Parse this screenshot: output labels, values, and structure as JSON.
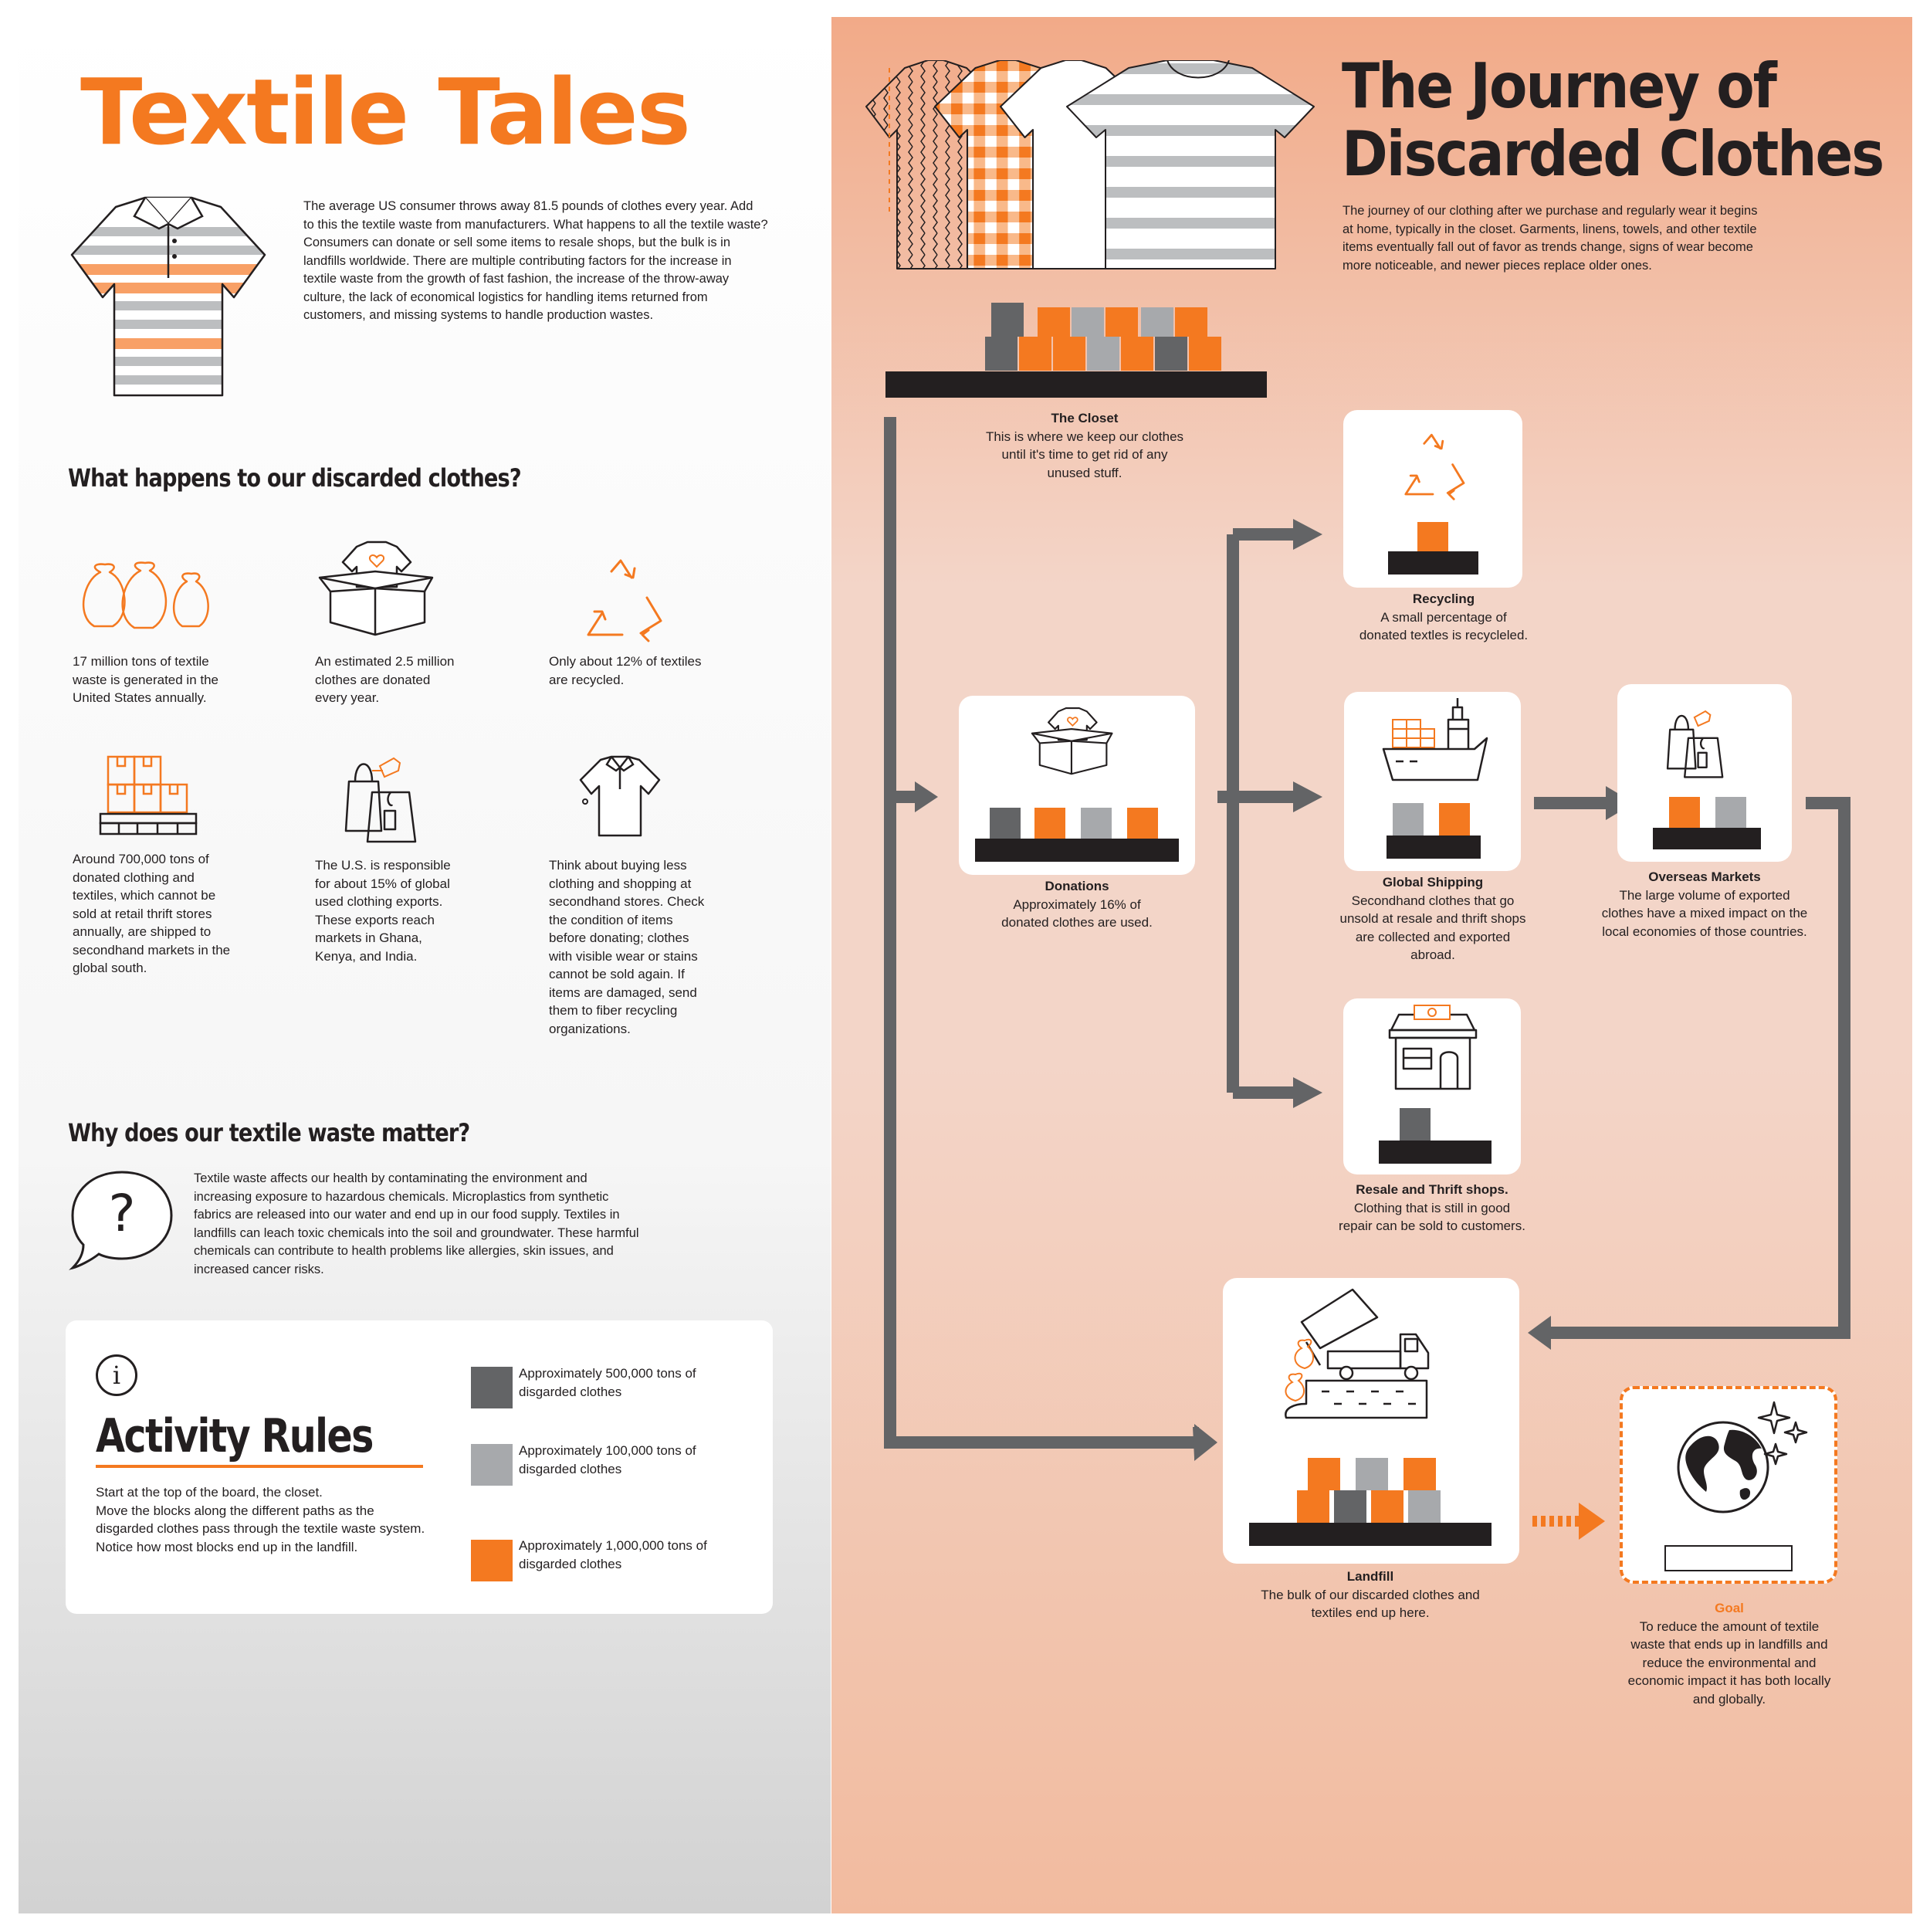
{
  "colors": {
    "orange": "#f47920",
    "dark_gray": "#636466",
    "light_gray": "#a7a9ac",
    "black": "#231f20",
    "peach": "#f2aa88"
  },
  "left": {
    "title": "Textile Tales",
    "intro": [
      "The average US consumer throws away 81.5 pounds of clothes every year. Add",
      "to this the textile waste from manufacturers. What happens to all the textile waste?",
      "Consumers can donate or sell some items to resale shops, but the bulk is in",
      "landfills worldwide. There are multiple contributing factors for the increase in",
      "textile waste from the growth of fast fashion, the increase of the throw-away",
      "culture, the lack of economical logistics for handling items returned from",
      "customers, and missing systems to handle production wastes."
    ],
    "section1_heading": "What happens to our discarded clothes?",
    "facts": [
      {
        "icon": "bags-icon",
        "lines": [
          "17 million tons of textile",
          "waste is generated in the",
          "United States annually."
        ]
      },
      {
        "icon": "donation-box-icon",
        "lines": [
          "An estimated 2.5 million",
          "clothes are donated",
          "every year."
        ]
      },
      {
        "icon": "recycle-icon",
        "lines": [
          "Only about 12% of textiles",
          "are recycled."
        ]
      },
      {
        "icon": "pallet-boxes-icon",
        "lines": [
          "Around 700,000 tons of",
          "donated clothing and",
          "textiles, which cannot be",
          "sold at retail thrift stores",
          "annually, are shipped to",
          "secondhand markets in the",
          "global south."
        ]
      },
      {
        "icon": "shopping-bag-icon",
        "lines": [
          "The U.S. is responsible",
          "for about 15% of global",
          "used clothing exports.",
          "These exports reach",
          "markets in Ghana,",
          "Kenya, and India."
        ]
      },
      {
        "icon": "polo-shirt-icon",
        "lines": [
          "Think about buying less",
          "clothing and shopping at",
          "secondhand stores. Check",
          "the condition of items",
          "before donating; clothes",
          "with visible wear or stains",
          "cannot be sold again. If",
          "items are damaged, send",
          "them to fiber recycling",
          "organizations."
        ]
      }
    ],
    "section2_heading": "Why does our textile waste matter?",
    "matter_text": [
      "Textile waste affects our health by contaminating the environment and",
      "increasing exposure to hazardous chemicals. Microplastics from synthetic",
      "fabrics are released into our water and end up in our food supply. Textiles in",
      "landfills can leach toxic chemicals into the soil and groundwater. These harmful",
      "chemicals can contribute to health problems like allergies, skin issues, and",
      "increased cancer risks."
    ],
    "rules": {
      "info_glyph": "i",
      "title": "Activity Rules",
      "text": [
        "Start at the top of the board, the closet.",
        "Move the blocks along the different paths as the",
        "disgarded clothes pass through the textile waste system.",
        "Notice how most blocks end up in the landfill."
      ],
      "legend": [
        {
          "color": "#636466",
          "lines": [
            "Approximately 500,000 tons of",
            "disgarded clothes"
          ]
        },
        {
          "color": "#a7a9ac",
          "lines": [
            "Approximately 100,000 tons of",
            "disgarded clothes"
          ]
        },
        {
          "color": "#f47920",
          "lines": [
            "Approximately 1,000,000 tons of",
            "disgarded clothes"
          ]
        }
      ]
    }
  },
  "right": {
    "title_line1": "The Journey of",
    "title_line2": "Discarded Clothes",
    "intro": [
      "The journey of our clothing after we purchase and regularly wear it begins",
      "at home, typically in the closet. Garments, linens, towels, and other textile",
      "items eventually fall out of favor as trends change, signs of wear become",
      "more noticeable, and newer pieces replace older ones."
    ],
    "nodes": {
      "closet": {
        "title": "The Closet",
        "lines": [
          "This is where we keep our clothes",
          "until it's time to get rid of any",
          "unused stuff."
        ]
      },
      "recycling": {
        "title": "Recycling",
        "lines": [
          "A small percentage of",
          "donated textles is recycleled."
        ]
      },
      "donations": {
        "title": "Donations",
        "lines": [
          "Approximately 16% of",
          "donated clothes are used."
        ]
      },
      "shipping": {
        "title": "Global Shipping",
        "lines": [
          "Secondhand clothes that go",
          "unsold at resale and thrift shops",
          "are collected and exported",
          "abroad."
        ]
      },
      "overseas": {
        "title": "Overseas Markets",
        "lines": [
          "The large volume of exported",
          "clothes have a mixed impact on the",
          "local economies of those countries."
        ]
      },
      "thrift": {
        "title": "Resale and Thrift shops.",
        "lines": [
          "Clothing that is still in good",
          "repair can be sold to customers."
        ]
      },
      "landfill": {
        "title": "Landfill",
        "lines": [
          "The bulk of our discarded clothes and",
          "textiles end up here."
        ]
      },
      "goal": {
        "title": "Goal",
        "lines": [
          "To reduce the amount of textile",
          "waste that ends up in landfills and",
          "reduce the environmental and",
          "economic impact it has both locally",
          "and globally."
        ]
      }
    }
  }
}
